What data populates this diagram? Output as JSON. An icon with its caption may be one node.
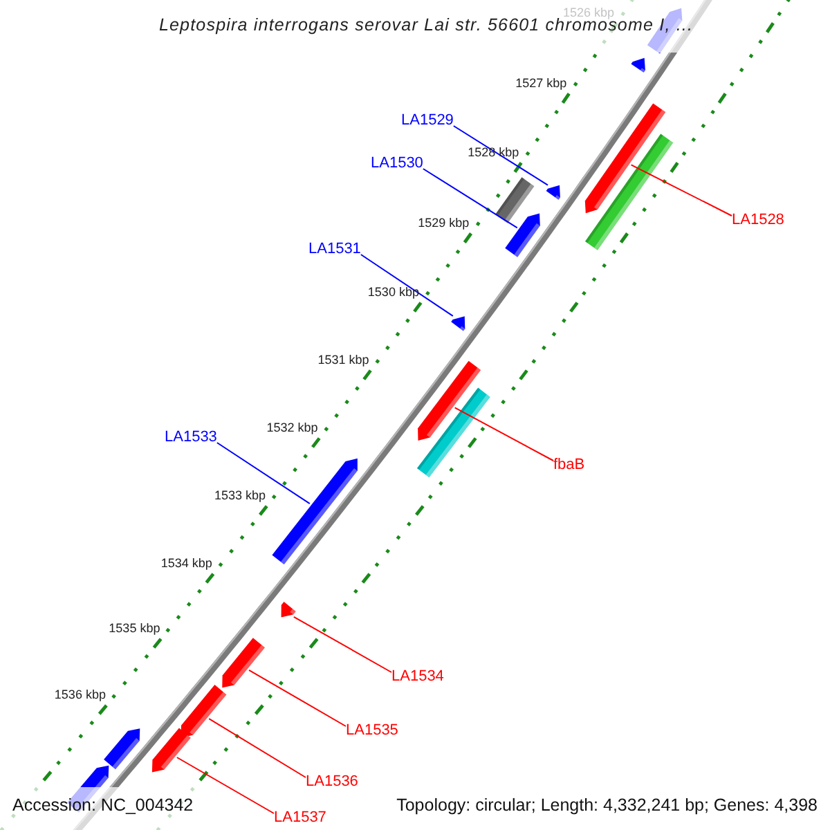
{
  "diagram": {
    "title": "Leptospira interrogans serovar Lai str. 56601 chromosome I, ...",
    "nodes": [
      {
        "text": [],
        "shape": "pentagon"
      },
      {
        "text": [],
        "shape": "pentagon"
      },
      {
        "text": [
          "LA1529"
        ]
      },
      {
        "text": [],
        "shape": "pentagon"
      },
      {
        "text": [
          "LA1530"
        ]
      },
      {
        "text": [],
        "shape": "bar"
      },
      {
        "text": [],
        "shape": "pentagon"
      },
      {
        "text": [
          "LA1528"
        ]
      },
      {
        "text": [],
        "shape": "bar"
      },
      {
        "text": [],
        "shape": "pentagon"
      },
      {
        "text": [
          "LA1531"
        ]
      },
      {
        "text": [],
        "shape": "pentagon"
      },
      {
        "text": [],
        "shape": "pentagon"
      },
      {
        "text": [],
        "shape": "bar"
      },
      {
        "text": [
          "LA1533"
        ]
      },
      {
        "text": [
          "fbaB"
        ]
      },
      {
        "text": [],
        "shape": "pentagon"
      },
      {
        "text": [],
        "shape": "pentagon"
      },
      {
        "text": [],
        "shape": "pentagon"
      },
      {
        "text": [
          "LA1534"
        ]
      },
      {
        "text": [],
        "shape": "pentagon"
      },
      {
        "text": [
          "LA1535"
        ]
      },
      {
        "text": [],
        "shape": "pentagon"
      },
      {
        "text": [],
        "shape": "pentagon"
      },
      {
        "text": [
          "LA1536"
        ]
      },
      {
        "text": [],
        "shape": "pentagon"
      },
      {
        "text": [
          "LA1537"
        ]
      }
    ],
    "edges": [
      {
        "from": 2,
        "to": 6,
        "arrow": "none",
        "color": "#0000ff"
      },
      {
        "from": 4,
        "to": 9,
        "arrow": "none",
        "color": "#0000ff"
      },
      {
        "from": 10,
        "to": 11,
        "arrow": "none",
        "color": "#0000ff"
      },
      {
        "from": 14,
        "to": 16,
        "arrow": "none",
        "color": "#0000ff"
      },
      {
        "from": 7,
        "to": 3,
        "arrow": "none"
      },
      {
        "from": 15,
        "to": 12,
        "arrow": "none"
      },
      {
        "from": 19,
        "to": 17,
        "arrow": "none"
      },
      {
        "from": 21,
        "to": 18,
        "arrow": "none"
      },
      {
        "from": 24,
        "to": 20,
        "arrow": "none"
      },
      {
        "from": 26,
        "to": 22,
        "arrow": "none"
      }
    ],
    "labels": [
      "1526 kbp",
      "1527 kbp",
      "1528 kbp",
      "1529 kbp",
      "1530 kbp",
      "1531 kbp",
      "1532 kbp",
      "1533 kbp",
      "1534 kbp",
      "1535 kbp",
      "1536 kbp",
      "Accession: NC_004342",
      "Topology: circular; Length: 4,332,241 bp; Genes: 4,398"
    ]
  }
}
